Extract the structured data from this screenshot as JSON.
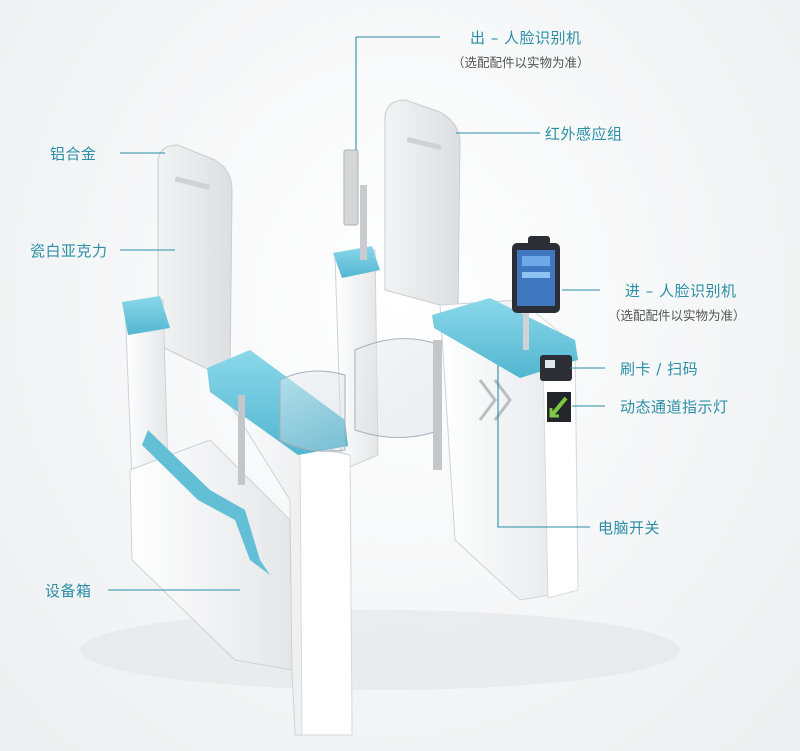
{
  "callouts": {
    "exit_face": "出 – 人脸识别机",
    "exit_face_note": "（选配配件以实物为准）",
    "infrared": "红外感应组",
    "aluminum": "铝合金",
    "acrylic": "瓷白亚克力",
    "entry_face": "进 – 人脸识别机",
    "entry_face_note": "（选配配件以实物为准）",
    "card_scan": "刷卡 / 扫码",
    "indicator": "动态通道指示灯",
    "power_switch": "电脑开关",
    "cabinet": "设备箱"
  },
  "colors": {
    "accent": "#2a8fa6",
    "cap": "#6fc9df",
    "body": "#f7f7f7",
    "indicator_green": "#7ec843"
  }
}
